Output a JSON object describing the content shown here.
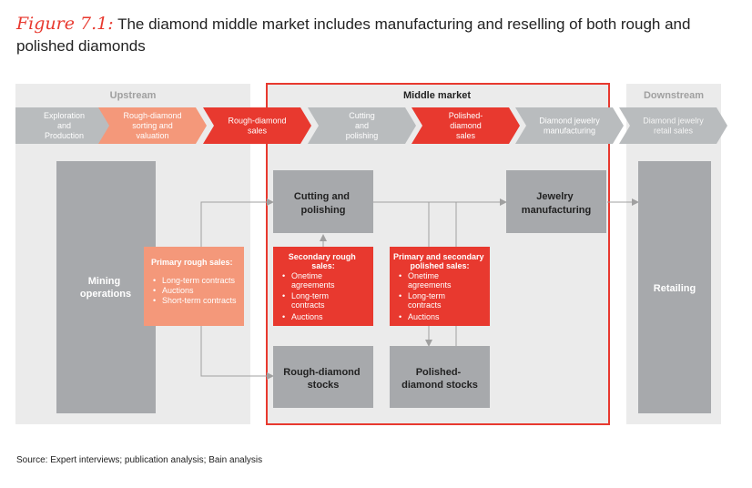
{
  "figure": {
    "label": "Figure 7.1:",
    "text": " The diamond middle market includes manufacturing and reselling of both rough and polished diamonds"
  },
  "source": "Source:  Expert interviews; publication analysis; Bain analysis",
  "sections": {
    "upstream": "Upstream",
    "middle": "Middle market",
    "downstream": "Downstream"
  },
  "chevrons": [
    {
      "lines": [
        "Exploration",
        "and",
        "Production"
      ]
    },
    {
      "lines": [
        "Rough-diamond",
        "sorting and",
        "valuation"
      ]
    },
    {
      "lines": [
        "Rough-diamond",
        "sales"
      ]
    },
    {
      "lines": [
        "Cutting",
        "and",
        "polishing"
      ]
    },
    {
      "lines": [
        "Polished-",
        "diamond",
        "sales"
      ]
    },
    {
      "lines": [
        "Diamond jewelry",
        "manufacturing"
      ]
    },
    {
      "lines": [
        "Diamond jewelry",
        "retail sales"
      ]
    }
  ],
  "boxes": {
    "mining": [
      "Mining",
      "operations"
    ],
    "primary_sales": {
      "title": "Primary rough sales:",
      "items": [
        "Long-term contracts",
        "Auctions",
        "Short-term contracts"
      ]
    },
    "cutting": [
      "Cutting and",
      "polishing"
    ],
    "secondary_rough": {
      "title": [
        "Secondary rough",
        "sales:"
      ],
      "items": [
        [
          "Onetime",
          "agreements"
        ],
        [
          "Long-term",
          "contracts"
        ],
        [
          "Auctions"
        ]
      ]
    },
    "primary_secondary_polished": {
      "title": [
        "Primary and secondary",
        "polished sales:"
      ],
      "items": [
        [
          "Onetime",
          "agreements"
        ],
        [
          "Long-term",
          "contracts"
        ],
        [
          "Auctions"
        ]
      ]
    },
    "rough_stocks": [
      "Rough-diamond",
      "stocks"
    ],
    "polished_stocks": [
      "Polished-",
      "diamond stocks"
    ],
    "jewelry": [
      "Jewelry",
      "manufacturing"
    ],
    "retailing": [
      "Retailing"
    ]
  },
  "colors": {
    "red": "#e8392f",
    "salmon": "#f4987a",
    "chev_gray": "#b9bcbe",
    "box_gray": "#a7a9ac",
    "panel_gray": "#ebebeb",
    "line_gray": "#a0a0a0"
  }
}
